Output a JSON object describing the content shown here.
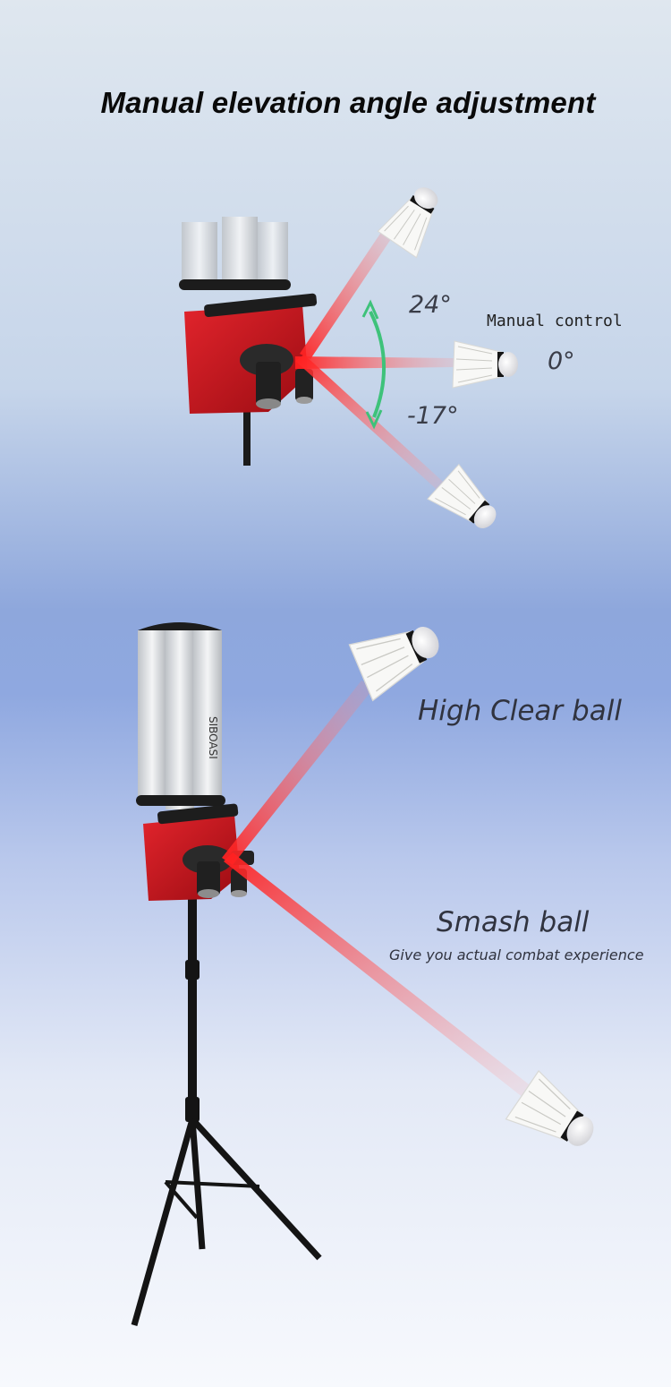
{
  "title": "Manual elevation angle adjustment",
  "section_top": {
    "angle_up": "24°",
    "angle_zero": "0°",
    "angle_down": "-17°",
    "mode_label": "Manual control"
  },
  "section_bottom": {
    "high_clear": "High Clear ball",
    "smash": "Smash ball",
    "smash_caption": "Give you actual combat experience"
  },
  "colors": {
    "machine_red": "#c8101a",
    "laser_red": "#ff2a2a",
    "arrow_green": "#3ec27a",
    "stand_black": "#141414"
  }
}
